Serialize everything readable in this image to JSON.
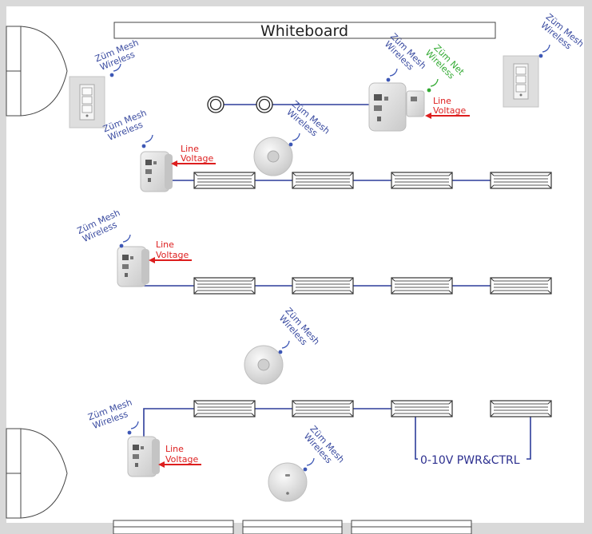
{
  "whiteboard": {
    "label": "Whiteboard"
  },
  "wireless": {
    "mesh_line1": "Züm Mesh",
    "mesh_line2": "Wireless",
    "net_line1": "Züm Net",
    "net_line2": "Wireless"
  },
  "line_voltage": {
    "line1": "Line",
    "line2": "Voltage"
  },
  "control_wiring": {
    "label": "0-10V PWR&CTRL"
  },
  "colors": {
    "wall": "#d9d9d9",
    "wire": "#2d3d9a",
    "mesh_text": "#3a4ba0",
    "net_text": "#33aa33",
    "line_voltage": "#dd1e1e",
    "wireless_dot": "#3d57b5",
    "net_dot": "#33aa33"
  }
}
